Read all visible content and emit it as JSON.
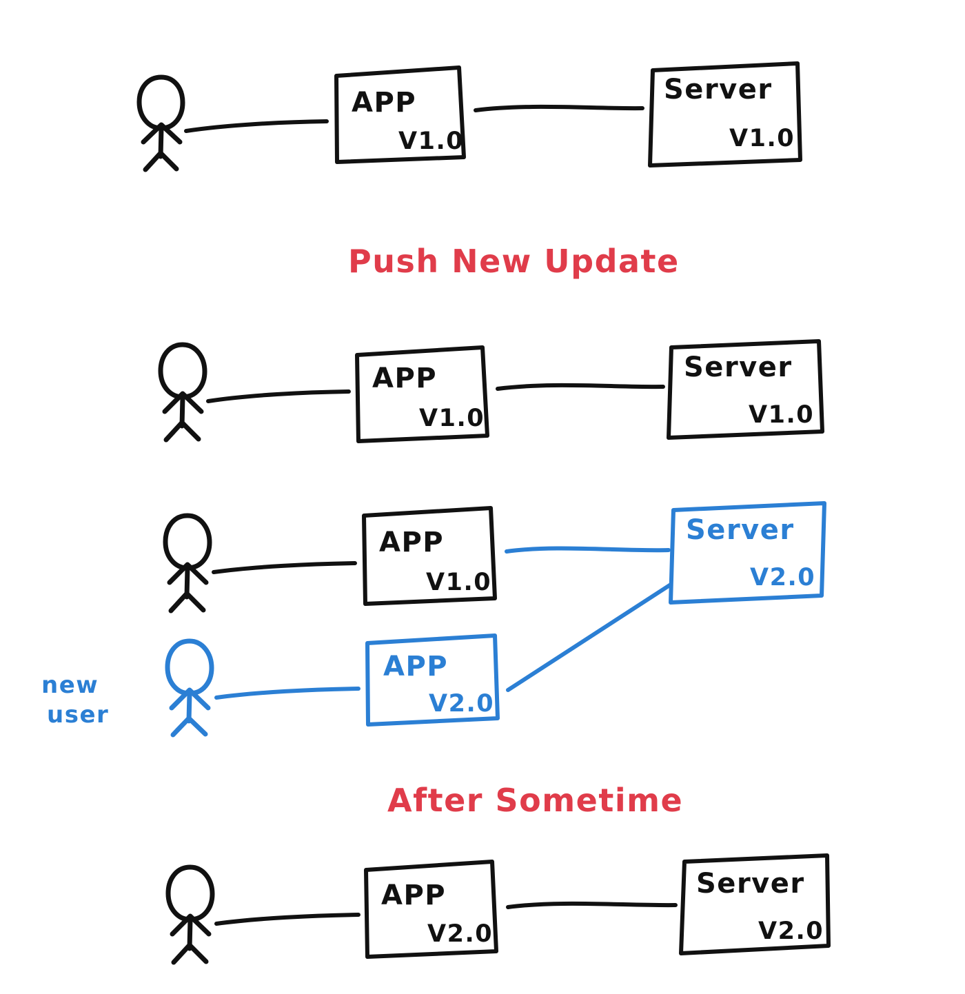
{
  "diagram": {
    "title_visible": false,
    "colors": {
      "black_ink": "#111111",
      "blue_ink": "#2b7fd4",
      "red_ink": "#e03c4a",
      "background": "#ffffff"
    },
    "sections": [
      {
        "id": "initial-state",
        "heading": "",
        "nodes": [
          {
            "id": "user-1",
            "kind": "actor",
            "label": "",
            "color": "black"
          },
          {
            "id": "app-1",
            "kind": "box",
            "label": "APP",
            "version": "V1.0",
            "color": "black"
          },
          {
            "id": "server-1",
            "kind": "box",
            "label": "Server",
            "version": "V1.0",
            "color": "black"
          }
        ],
        "links": [
          {
            "from": "user-1",
            "to": "app-1",
            "color": "black"
          },
          {
            "from": "app-1",
            "to": "server-1",
            "color": "black"
          }
        ]
      },
      {
        "id": "push-new-update",
        "heading": "Push  New  Update",
        "heading_color": "red",
        "nodes": [
          {
            "id": "user-2",
            "kind": "actor",
            "label": "",
            "color": "black"
          },
          {
            "id": "app-2",
            "kind": "box",
            "label": "APP",
            "version": "V1.0",
            "color": "black"
          },
          {
            "id": "server-2",
            "kind": "box",
            "label": "Server",
            "version": "V1.0",
            "color": "black"
          }
        ],
        "links": [
          {
            "from": "user-2",
            "to": "app-2",
            "color": "black"
          },
          {
            "from": "app-2",
            "to": "server-2",
            "color": "black"
          }
        ]
      },
      {
        "id": "mixed-versions",
        "heading": "",
        "nodes": [
          {
            "id": "user-3",
            "kind": "actor",
            "label": "",
            "color": "black"
          },
          {
            "id": "app-3",
            "kind": "box",
            "label": "APP",
            "version": "V1.0",
            "color": "black"
          },
          {
            "id": "server-3",
            "kind": "box",
            "label": "Server",
            "version": "V2.0",
            "color": "blue"
          },
          {
            "id": "user-new",
            "kind": "actor",
            "label": "new user",
            "color": "blue"
          },
          {
            "id": "app-new",
            "kind": "box",
            "label": "APP",
            "version": "V2.0",
            "color": "blue"
          }
        ],
        "links": [
          {
            "from": "user-3",
            "to": "app-3",
            "color": "black"
          },
          {
            "from": "app-3",
            "to": "server-3",
            "color": "blue"
          },
          {
            "from": "user-new",
            "to": "app-new",
            "color": "blue"
          },
          {
            "from": "app-new",
            "to": "server-3",
            "color": "blue"
          }
        ]
      },
      {
        "id": "after-sometime",
        "heading": "After   Sometime",
        "heading_color": "red",
        "nodes": [
          {
            "id": "user-4",
            "kind": "actor",
            "label": "",
            "color": "black"
          },
          {
            "id": "app-4",
            "kind": "box",
            "label": "APP",
            "version": "V2.0",
            "color": "black"
          },
          {
            "id": "server-4",
            "kind": "box",
            "label": "Server",
            "version": "V2.0",
            "color": "black"
          }
        ],
        "links": [
          {
            "from": "user-4",
            "to": "app-4",
            "color": "black"
          },
          {
            "from": "app-4",
            "to": "server-4",
            "color": "black"
          }
        ]
      }
    ],
    "labels": {
      "push_new_update": "Push  New  Update",
      "after_sometime": "After   Sometime",
      "new_user": "new",
      "new_user_line2": "user",
      "app": "APP",
      "server": "Server",
      "v1": "V1.0",
      "v2": "V2.0"
    }
  }
}
